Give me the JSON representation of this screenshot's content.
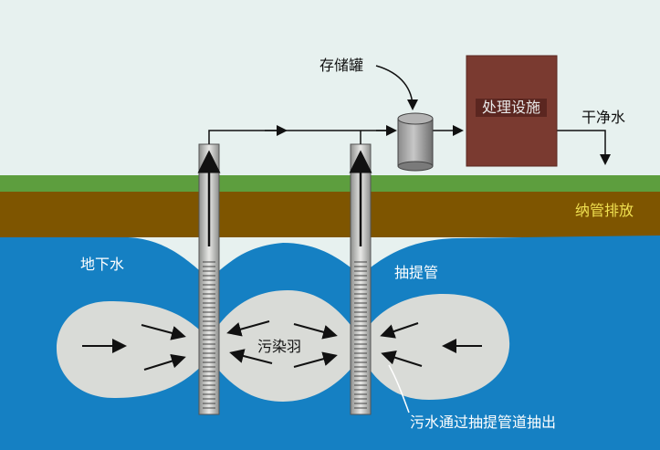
{
  "labels": {
    "storage_tank": "存储罐",
    "treatment_unit": "处理设施",
    "clean_water": "干净水",
    "sewer_discharge": "纳管排放",
    "groundwater": "地下水",
    "extraction_pipe": "抽提管",
    "plume": "污染羽",
    "caption": "污水通过抽提管道抽出"
  },
  "colors": {
    "sky": "#e7f1ef",
    "grass": "#5d9e3e",
    "soil": "#7e5500",
    "groundwater": "#1580c3",
    "plume": "#d9dbd7",
    "treatment_unit": "#7a3a30",
    "pipe": "#cfd0ce",
    "discharge_text": "#f0e050"
  }
}
